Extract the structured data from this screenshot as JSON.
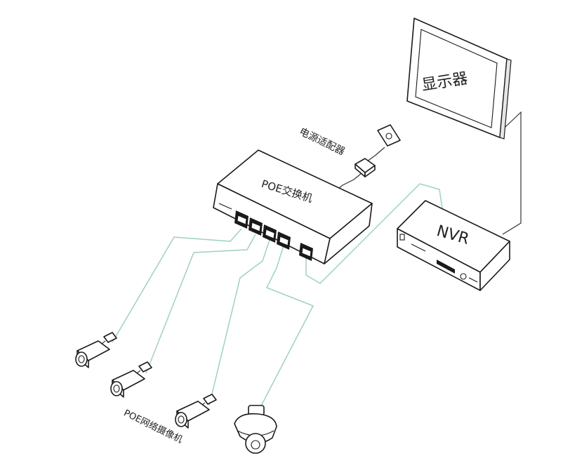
{
  "labels": {
    "monitor": "显示器",
    "nvr": "NVR",
    "switch": "POE交换机",
    "power_adapter": "电源适配器",
    "cameras": "POE网络摄像机"
  },
  "colors": {
    "network_cable": "#9fd0c4",
    "outline": "#1a1a1a",
    "power_cable": "#333333"
  }
}
